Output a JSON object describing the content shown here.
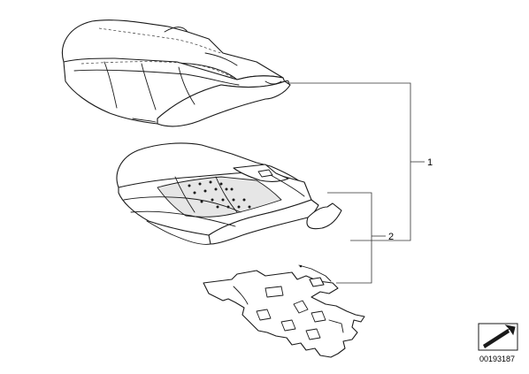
{
  "callouts": {
    "item_1": "1",
    "item_2": "2"
  },
  "diagram_number": "00193187",
  "icons": {
    "nav_arrow": "arrow-icon"
  }
}
